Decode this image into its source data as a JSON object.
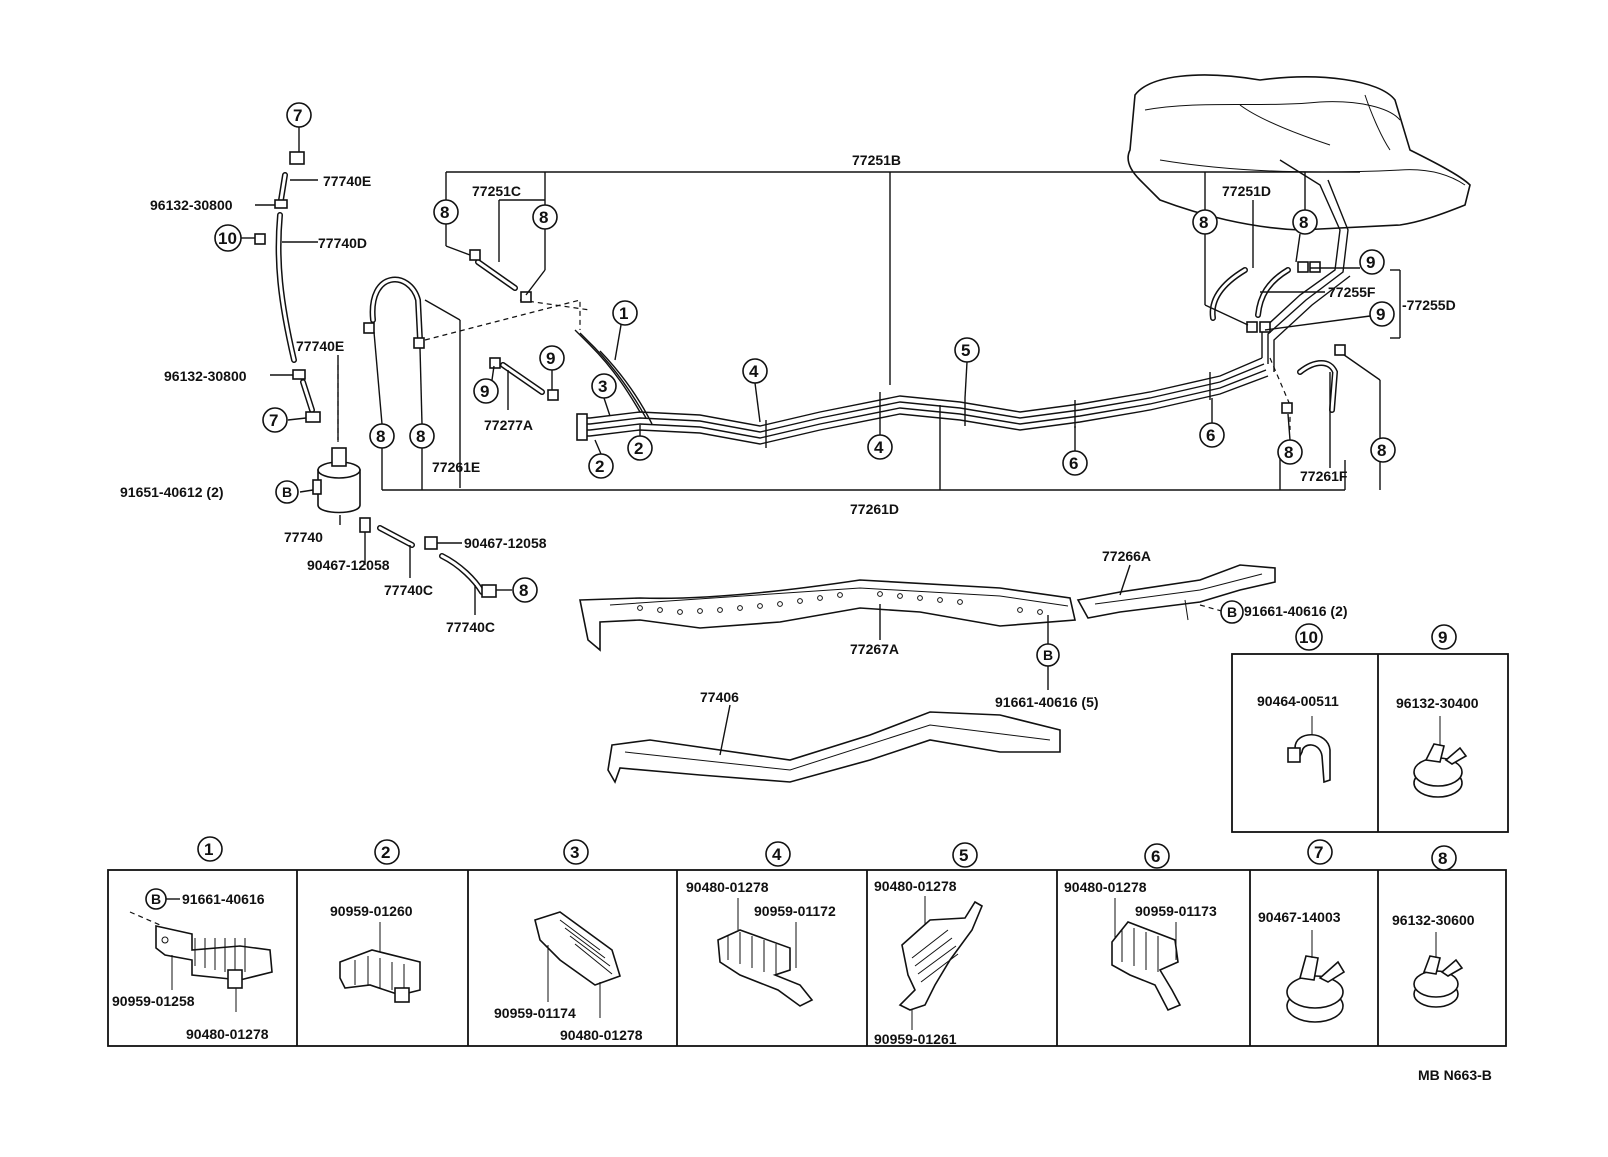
{
  "diagram": {
    "drawing_code": "MB  N663-B",
    "labels": {
      "p77251B": "77251B",
      "p77251C": "77251C",
      "p77251D": "77251D",
      "p77255F": "77255F",
      "p77255D": "-77255D",
      "p77740E_top": "77740E",
      "p77740E_mid": "77740E",
      "p96132_30800_top": "96132-30800",
      "p96132_30800_mid": "96132-30800",
      "p77740D": "77740D",
      "p77277A": "77277A",
      "p77261E": "77261E",
      "p77261D": "77261D",
      "p77261F": "77261F",
      "p91651_40612": "91651-40612 (2)",
      "p77740": "77740",
      "p90467_12058_left": "90467-12058",
      "p90467_12058_right": "90467-12058",
      "p77740C_a": "77740C",
      "p77740C_b": "77740C",
      "p77266A": "77266A",
      "p91661_40616_2": "91661-40616 (2)",
      "p77267A": "77267A",
      "p91661_40616_5": "91661-40616 (5)",
      "p77406": "77406"
    },
    "callouts": {
      "one": "1",
      "two": "2",
      "three": "3",
      "four": "4",
      "five": "5",
      "six": "6",
      "seven": "7",
      "eight": "8",
      "nine": "9",
      "ten": "10",
      "b": "B"
    },
    "clip_panel": {
      "items": [
        {
          "callout": "1",
          "parts": [
            "91661-40616",
            "90959-01258",
            "90480-01278"
          ]
        },
        {
          "callout": "2",
          "parts": [
            "90959-01260"
          ]
        },
        {
          "callout": "3",
          "parts": [
            "90959-01174",
            "90480-01278"
          ]
        },
        {
          "callout": "4",
          "parts": [
            "90480-01278",
            "90959-01172"
          ]
        },
        {
          "callout": "5",
          "parts": [
            "90480-01278",
            "90959-01261"
          ]
        },
        {
          "callout": "6",
          "parts": [
            "90480-01278",
            "90959-01173"
          ]
        },
        {
          "callout": "7",
          "parts": [
            "90467-14003"
          ]
        },
        {
          "callout": "8",
          "parts": [
            "96132-30600"
          ]
        }
      ]
    },
    "clamp_panel": {
      "items": [
        {
          "callout": "10",
          "parts": [
            "90464-00511"
          ]
        },
        {
          "callout": "9",
          "parts": [
            "96132-30400"
          ]
        }
      ]
    }
  }
}
